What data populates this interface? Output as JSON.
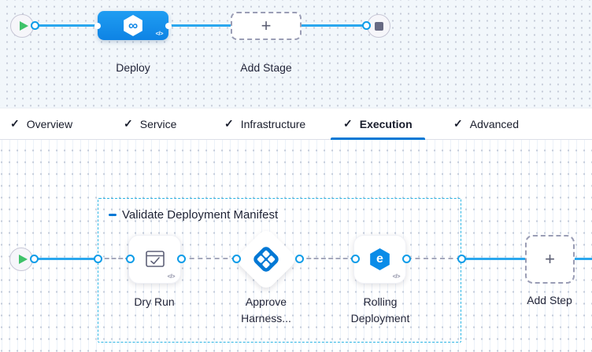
{
  "colors": {
    "accent_blue": "#0278d5",
    "node_blue": "#1090e8",
    "line_blue": "#2aa7ee",
    "group_border_cyan": "#2ab4e4",
    "dashed_gray": "#a6a9bd",
    "play_green": "#3ec269",
    "stop_gray": "#686a83"
  },
  "glyphs": {
    "plus": "+",
    "code": "</>",
    "check": "✓",
    "infinity_logo": "∞",
    "rolling_e": "e"
  },
  "stage_pipeline": {
    "stage_label": "Deploy",
    "add_stage_label": "Add Stage"
  },
  "tabs": {
    "items": [
      {
        "label": "Overview",
        "checked": true,
        "active": false
      },
      {
        "label": "Service",
        "checked": true,
        "active": false
      },
      {
        "label": "Infrastructure",
        "checked": true,
        "active": false
      },
      {
        "label": "Execution",
        "checked": true,
        "active": true
      },
      {
        "label": "Advanced",
        "checked": true,
        "active": false
      }
    ]
  },
  "execution": {
    "group_label": "Validate Deployment Manifest",
    "steps": [
      {
        "label": "Dry Run"
      },
      {
        "label": "Approve Harness..."
      },
      {
        "label": "Rolling Deployment"
      }
    ],
    "add_step_label": "Add Step"
  }
}
